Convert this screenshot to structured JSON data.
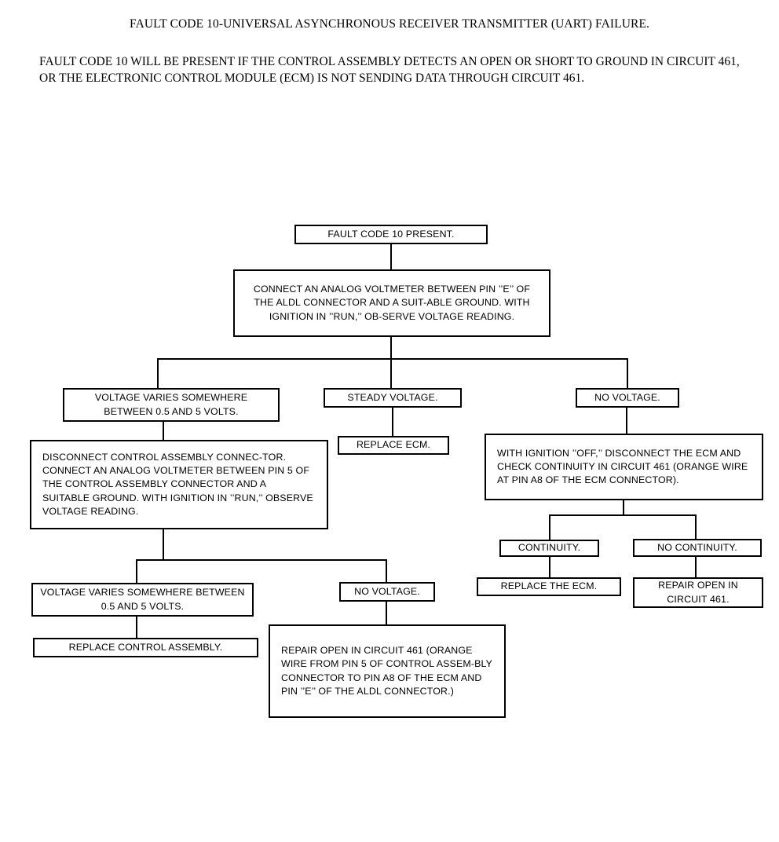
{
  "document": {
    "title": "FAULT CODE 10-UNIVERSAL ASYNCHRONOUS RECEIVER TRANSMITTER (UART) FAILURE.",
    "intro": "FAULT CODE 10 WILL BE PRESENT IF THE CONTROL ASSEMBLY DETECTS AN OPEN OR SHORT TO GROUND IN CIRCUIT 461, OR THE ELECTRONIC CONTROL MODULE (ECM) IS NOT SENDING DATA THROUGH CIRCUIT 461."
  },
  "flowchart": {
    "nodes": {
      "start": "FAULT CODE 10 PRESENT.",
      "step_voltmeter_aldl": "CONNECT AN ANALOG VOLTMETER BETWEEN PIN ’’E’’ OF THE ALDL CONNECTOR AND A SUIT-ABLE GROUND. WITH IGNITION IN ’’RUN,’’ OB-SERVE VOLTAGE READING.",
      "branch_varies_1": "VOLTAGE VARIES SOMEWHERE BETWEEN 0.5 AND 5 VOLTS.",
      "branch_steady": "STEADY VOLTAGE.",
      "branch_no_voltage_1": "NO VOLTAGE.",
      "replace_ecm": "REPLACE ECM.",
      "step_disconnect_control": "DISCONNECT CONTROL ASSEMBLY CONNEC-TOR. CONNECT AN ANALOG VOLTMETER BETWEEN PIN 5 OF THE CONTROL ASSEMBLY CONNECTOR AND A SUITABLE GROUND. WITH IGNITION IN ’’RUN,’’ OBSERVE VOLTAGE READING.",
      "step_ignition_off": "WITH IGNITION ’’OFF,’’ DISCONNECT THE ECM AND CHECK CONTINUITY IN CIRCUIT 461 (ORANGE WIRE AT PIN A8 OF THE ECM CONNECTOR).",
      "branch_continuity": "CONTINUITY.",
      "branch_no_continuity": "NO CONTINUITY.",
      "replace_the_ecm": "REPLACE THE ECM.",
      "repair_open_461": "REPAIR OPEN IN CIRCUIT 461.",
      "branch_varies_2": "VOLTAGE VARIES SOMEWHERE BETWEEN 0.5 AND 5 VOLTS.",
      "branch_no_voltage_2": "NO VOLTAGE.",
      "replace_control_assembly": "REPLACE CONTROL ASSEMBLY.",
      "repair_open_461_long": "REPAIR OPEN IN CIRCUIT 461 (ORANGE WIRE FROM PIN 5 OF CONTROL ASSEM-BLY CONNECTOR TO PIN A8 OF THE ECM AND PIN ’’E’’ OF THE ALDL CONNECTOR.)"
    }
  }
}
